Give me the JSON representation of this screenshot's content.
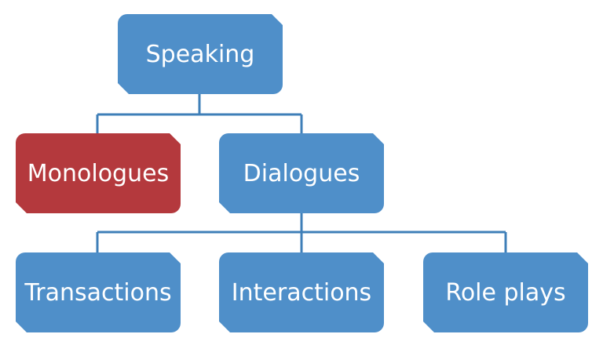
{
  "diagram": {
    "type": "hierarchy",
    "colors": {
      "primary": "#4f8fc9",
      "highlight": "#b4393d",
      "connector": "#3f7fb8",
      "text": "#ffffff"
    },
    "root": {
      "label": "Speaking"
    },
    "level2": [
      {
        "label": "Monologues",
        "highlighted": true
      },
      {
        "label": "Dialogues",
        "highlighted": false
      }
    ],
    "level3": [
      {
        "label": "Transactions"
      },
      {
        "label": "Interactions"
      },
      {
        "label": "Role plays"
      }
    ]
  }
}
